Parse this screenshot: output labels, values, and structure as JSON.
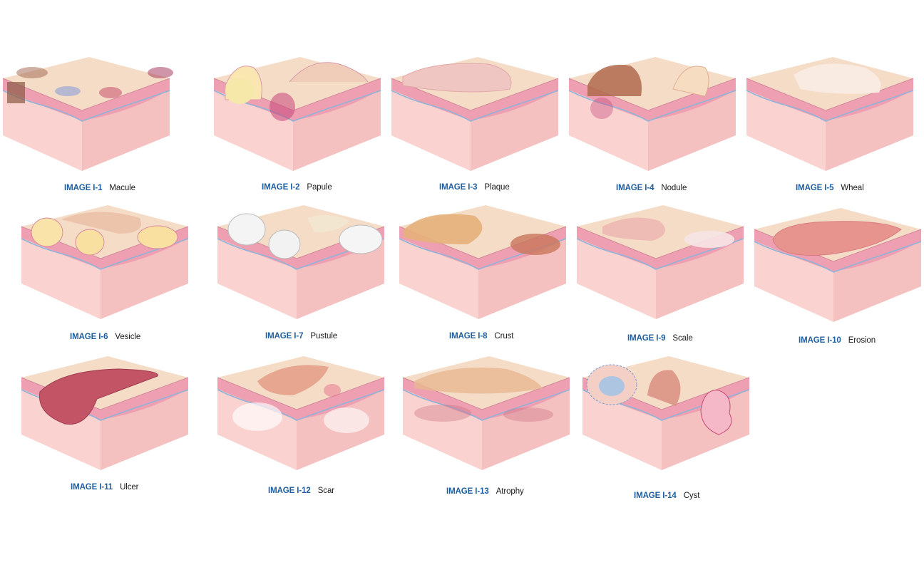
{
  "colors": {
    "top": "#f5dcc7",
    "left": "#fad3d0",
    "right": "#f4c0c0",
    "epidermis": "#ee9fb2",
    "dermal_line": "#8fb4d9",
    "caption_number": "#1f5fa0",
    "caption_term": "#1a1a1a"
  },
  "tiles": [
    {
      "number": "IMAGE I-1",
      "term": "Macule",
      "variant": "macule",
      "dx": 0,
      "dy": 0
    },
    {
      "number": "IMAGE I-2",
      "term": "Papule",
      "variant": "papule",
      "dx": 0,
      "dy": 0
    },
    {
      "number": "IMAGE I-3",
      "term": "Plaque",
      "variant": "plaque",
      "dx": 0,
      "dy": 0
    },
    {
      "number": "IMAGE I-4",
      "term": "Nodule",
      "variant": "nodule",
      "dx": 0,
      "dy": 0
    },
    {
      "number": "IMAGE I-5",
      "term": "Wheal",
      "variant": "wheal",
      "dx": 0,
      "dy": 0
    },
    {
      "number": "IMAGE I-6",
      "term": "Vesicle",
      "variant": "vesicle",
      "dx": 0,
      "dy": 0
    },
    {
      "number": "IMAGE I-7",
      "term": "Pustule",
      "variant": "pustule",
      "dx": 0,
      "dy": 0
    },
    {
      "number": "IMAGE I-8",
      "term": "Crust",
      "variant": "crust",
      "dx": 0,
      "dy": 0
    },
    {
      "number": "IMAGE I-9",
      "term": "Scale",
      "variant": "scale",
      "dx": 0,
      "dy": 0
    },
    {
      "number": "IMAGE I-10",
      "term": "Erosion",
      "variant": "erosion",
      "dx": 0,
      "dy": 0
    },
    {
      "number": "IMAGE I-11",
      "term": "Ulcer",
      "variant": "ulcer",
      "dx": 0,
      "dy": 0
    },
    {
      "number": "IMAGE I-12",
      "term": "Scar",
      "variant": "scar",
      "dx": 0,
      "dy": 0
    },
    {
      "number": "IMAGE I-13",
      "term": "Atrophy",
      "variant": "atrophy",
      "dx": 0,
      "dy": 0
    },
    {
      "number": "IMAGE I-14",
      "term": "Cyst",
      "variant": "cyst",
      "dx": 0,
      "dy": 0
    }
  ]
}
